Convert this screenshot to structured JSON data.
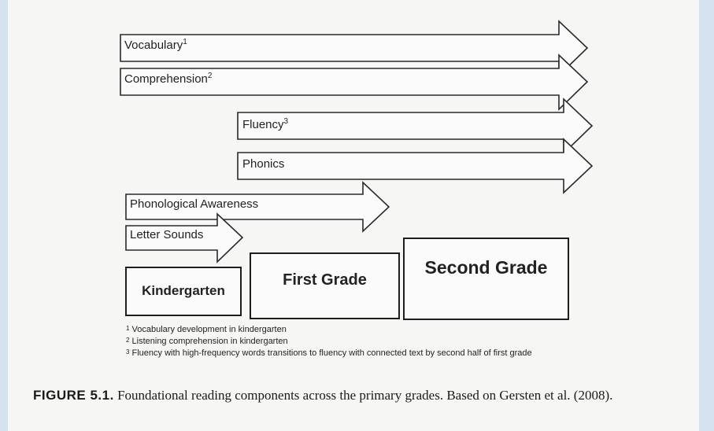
{
  "arrows": [
    {
      "label": "Vocabulary",
      "note": "1"
    },
    {
      "label": "Comprehension",
      "note": "2"
    },
    {
      "label": "Fluency",
      "note": "3"
    },
    {
      "label": "Phonics",
      "note": ""
    },
    {
      "label": "Phonological Awareness",
      "note": ""
    },
    {
      "label": "Letter Sounds",
      "note": ""
    }
  ],
  "grades": {
    "kindergarten": "Kindergarten",
    "first": "First Grade",
    "second": "Second Grade"
  },
  "footnotes": [
    {
      "mark": "1",
      "text": "Vocabulary development in kindergarten"
    },
    {
      "mark": "2",
      "text": "Listening comprehension in kindergarten"
    },
    {
      "mark": "3",
      "text": "Fluency with high-frequency words transitions to fluency with connected text by second half of first grade"
    }
  ],
  "caption": {
    "label": "FIGURE 5.1.",
    "text": "Foundational reading components across the primary grades. Based on Gersten et al. (2008)."
  }
}
